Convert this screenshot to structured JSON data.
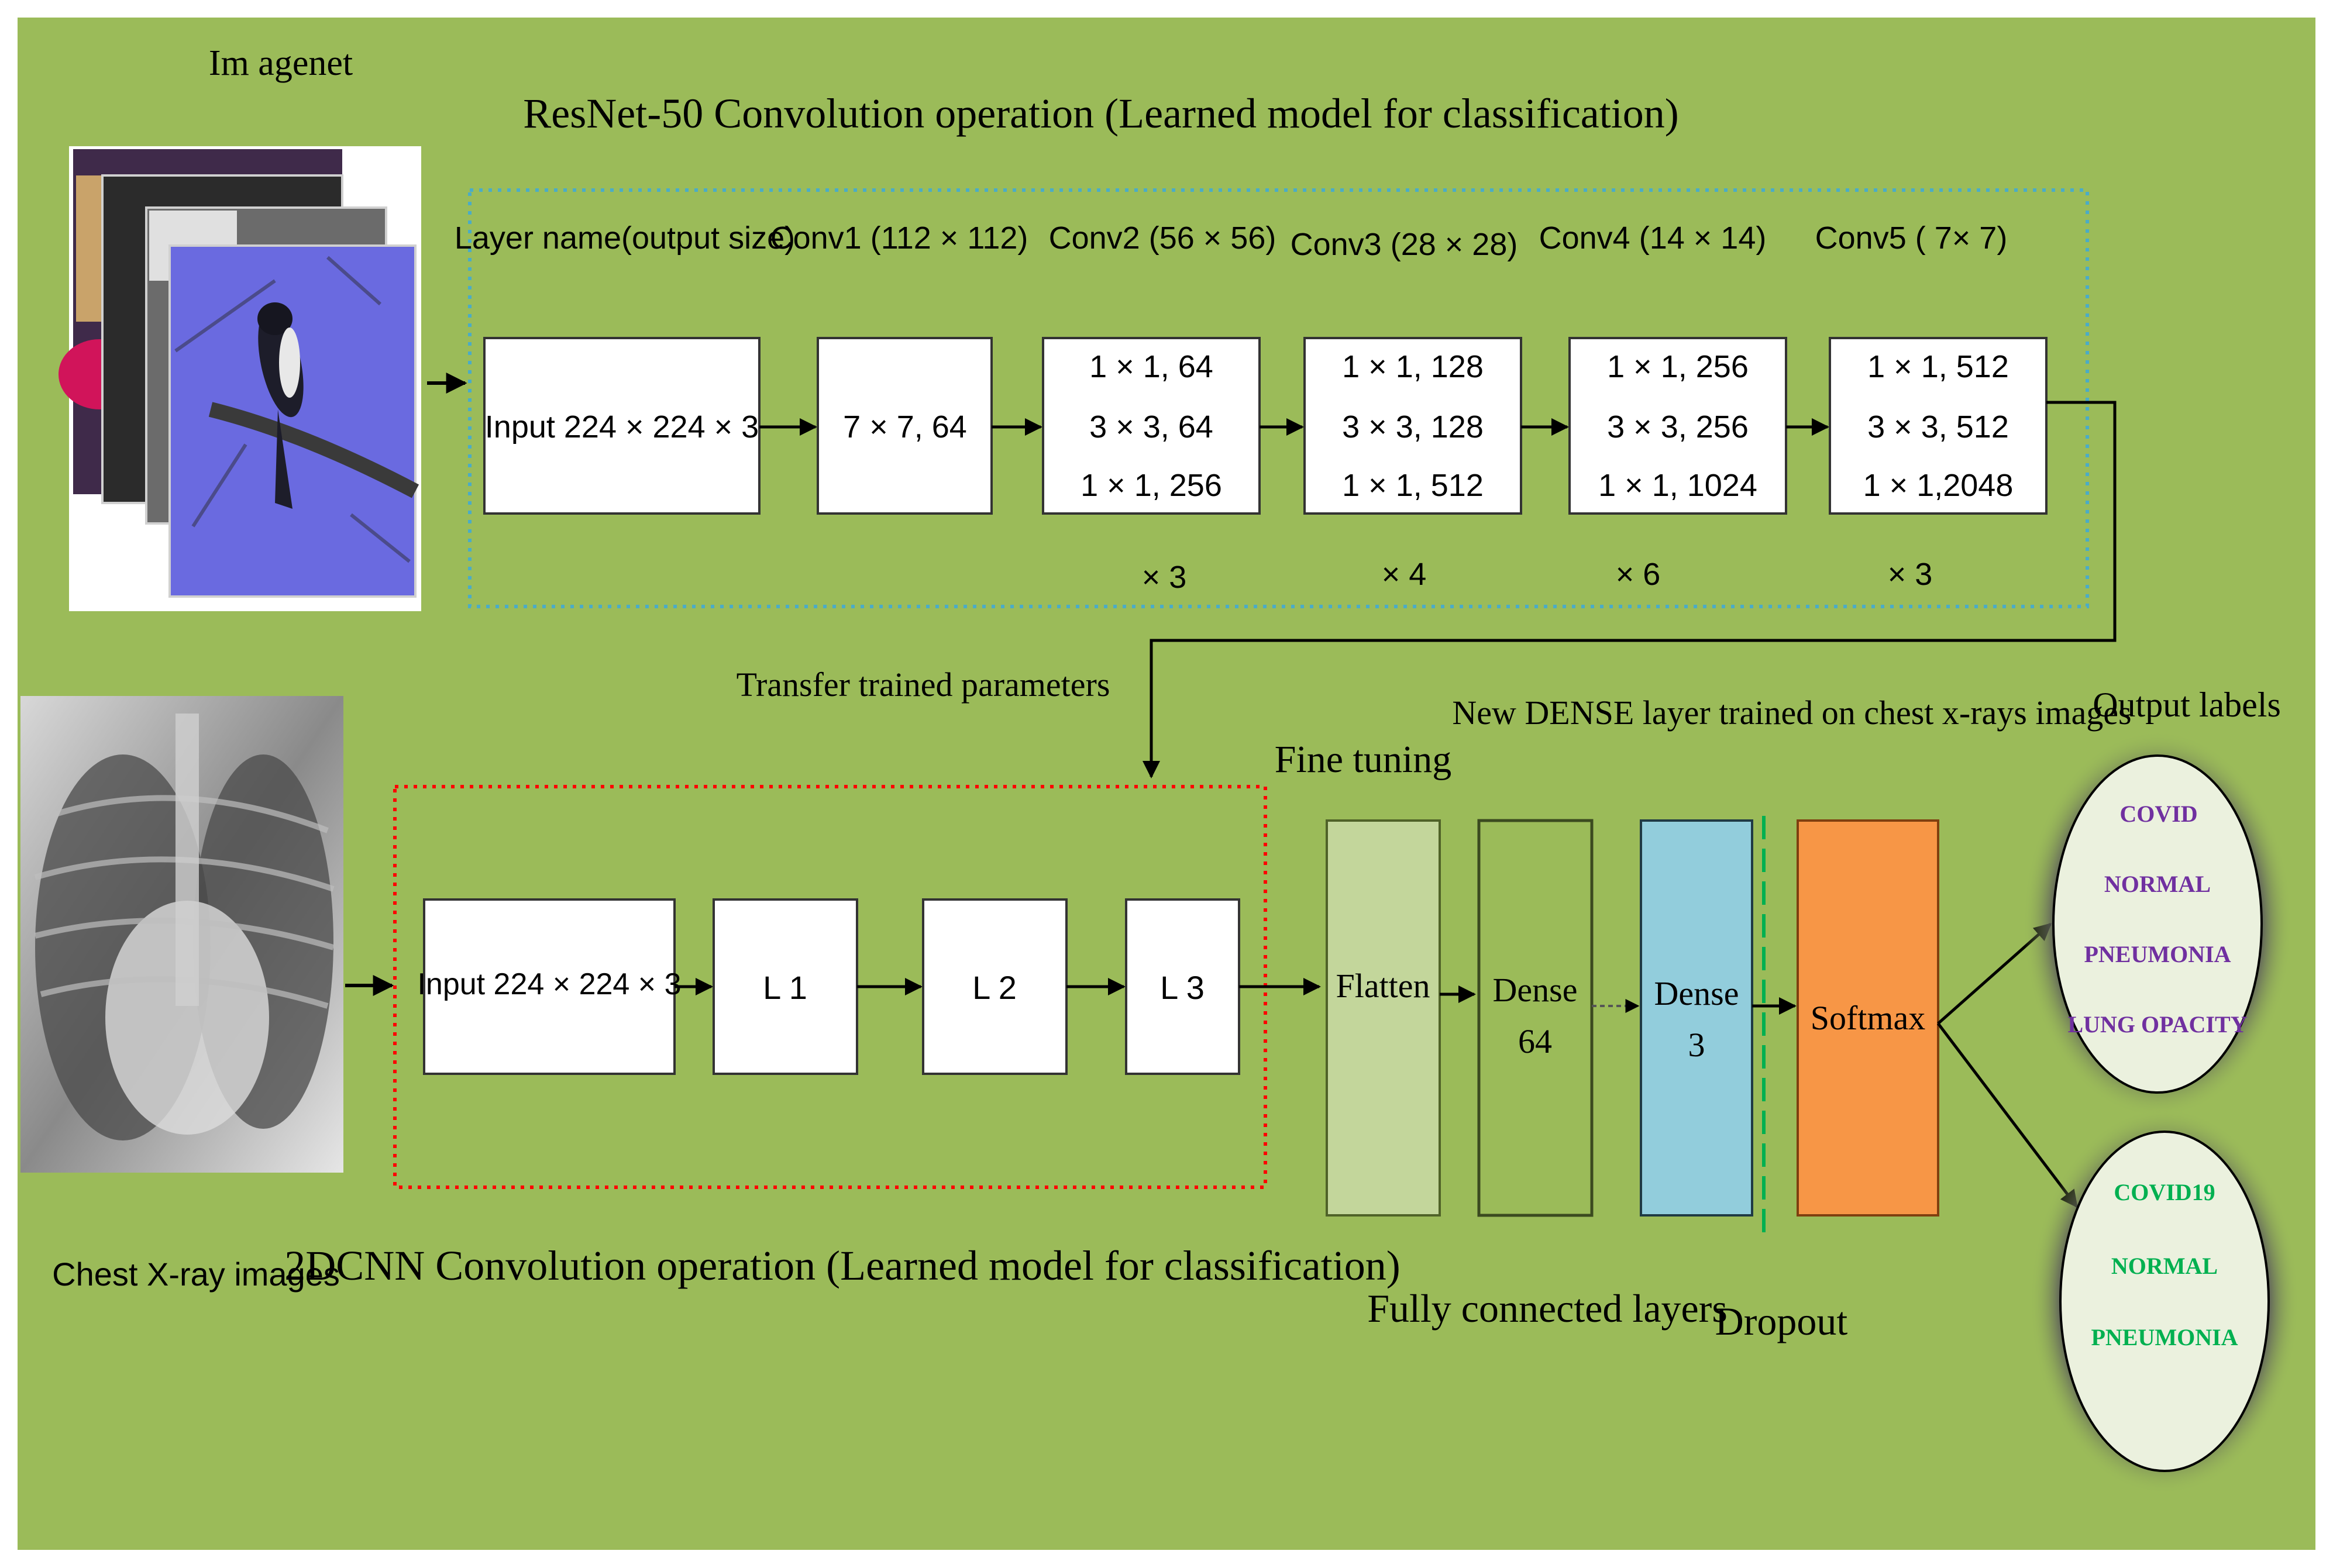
{
  "colors": {
    "background": "#9bbb59",
    "blue_dotted_border": "#4bacc6",
    "red_dotted_border": "#ff0000",
    "flatten_fill": "#c3d69b",
    "dense64_fill": "#9bbb59",
    "dense3_fill": "#92cddc",
    "softmax_fill": "#f79646",
    "dropout_line": "#00b050",
    "purple_labels": "#7030a0",
    "green_labels": "#00b050"
  },
  "imagenet": {
    "label": "Im agenet",
    "icon": "stacked-photos-icon"
  },
  "resnet": {
    "title": "ResNet-50 Convolution operation (Learned model for classification)",
    "headers": {
      "layer_name": "Layer name(output size)",
      "conv1": "Conv1 (112 × 112)",
      "conv2": "Conv2 (56 × 56)",
      "conv3": "Conv3 (28 × 28)",
      "conv4": "Conv4 (14 × 14)",
      "conv5": "Conv5 ( 7× 7)"
    },
    "input_box": "Input 224 × 224 × 3",
    "conv1_box": "7 × 7, 64",
    "conv2_box": [
      "1 × 1, 64",
      "3 × 3, 64",
      "1 × 1, 256"
    ],
    "conv3_box": [
      "1 × 1, 128",
      "3 × 3, 128",
      "1 × 1, 512"
    ],
    "conv4_box": [
      "1 × 1, 256",
      "3 × 3, 256",
      "1 × 1, 1024"
    ],
    "conv5_box": [
      "1 × 1, 512",
      "3 × 3, 512",
      "1 × 1,2048"
    ],
    "multipliers": [
      "× 3",
      "× 4",
      "× 6",
      "× 3"
    ]
  },
  "transfer_label": "Transfer trained parameters",
  "xray": {
    "label": "Chest X-ray images",
    "icon": "chest-xray-icon"
  },
  "cnn": {
    "title": "2DCNN Convolution operation (Learned model for classification)",
    "input_box": "Input 224 × 224 × 3",
    "l1": "L 1",
    "l2": "L 2",
    "l3": "L 3"
  },
  "fine_tuning": "Fine tuning",
  "new_dense_label": "New DENSE layer trained on  chest x-rays images",
  "flatten": "Flatten",
  "dense64": [
    "Dense",
    "64"
  ],
  "dense3": [
    "Dense",
    "3"
  ],
  "softmax": "Softmax",
  "fully_connected": "Fully connected layers",
  "dropout": "Dropout",
  "output_labels_title": "Output labels",
  "output_four": [
    "COVID",
    "NORMAL",
    "PNEUMONIA",
    "LUNG OPACITY"
  ],
  "output_three": [
    "COVID19",
    "NORMAL",
    "PNEUMONIA"
  ]
}
